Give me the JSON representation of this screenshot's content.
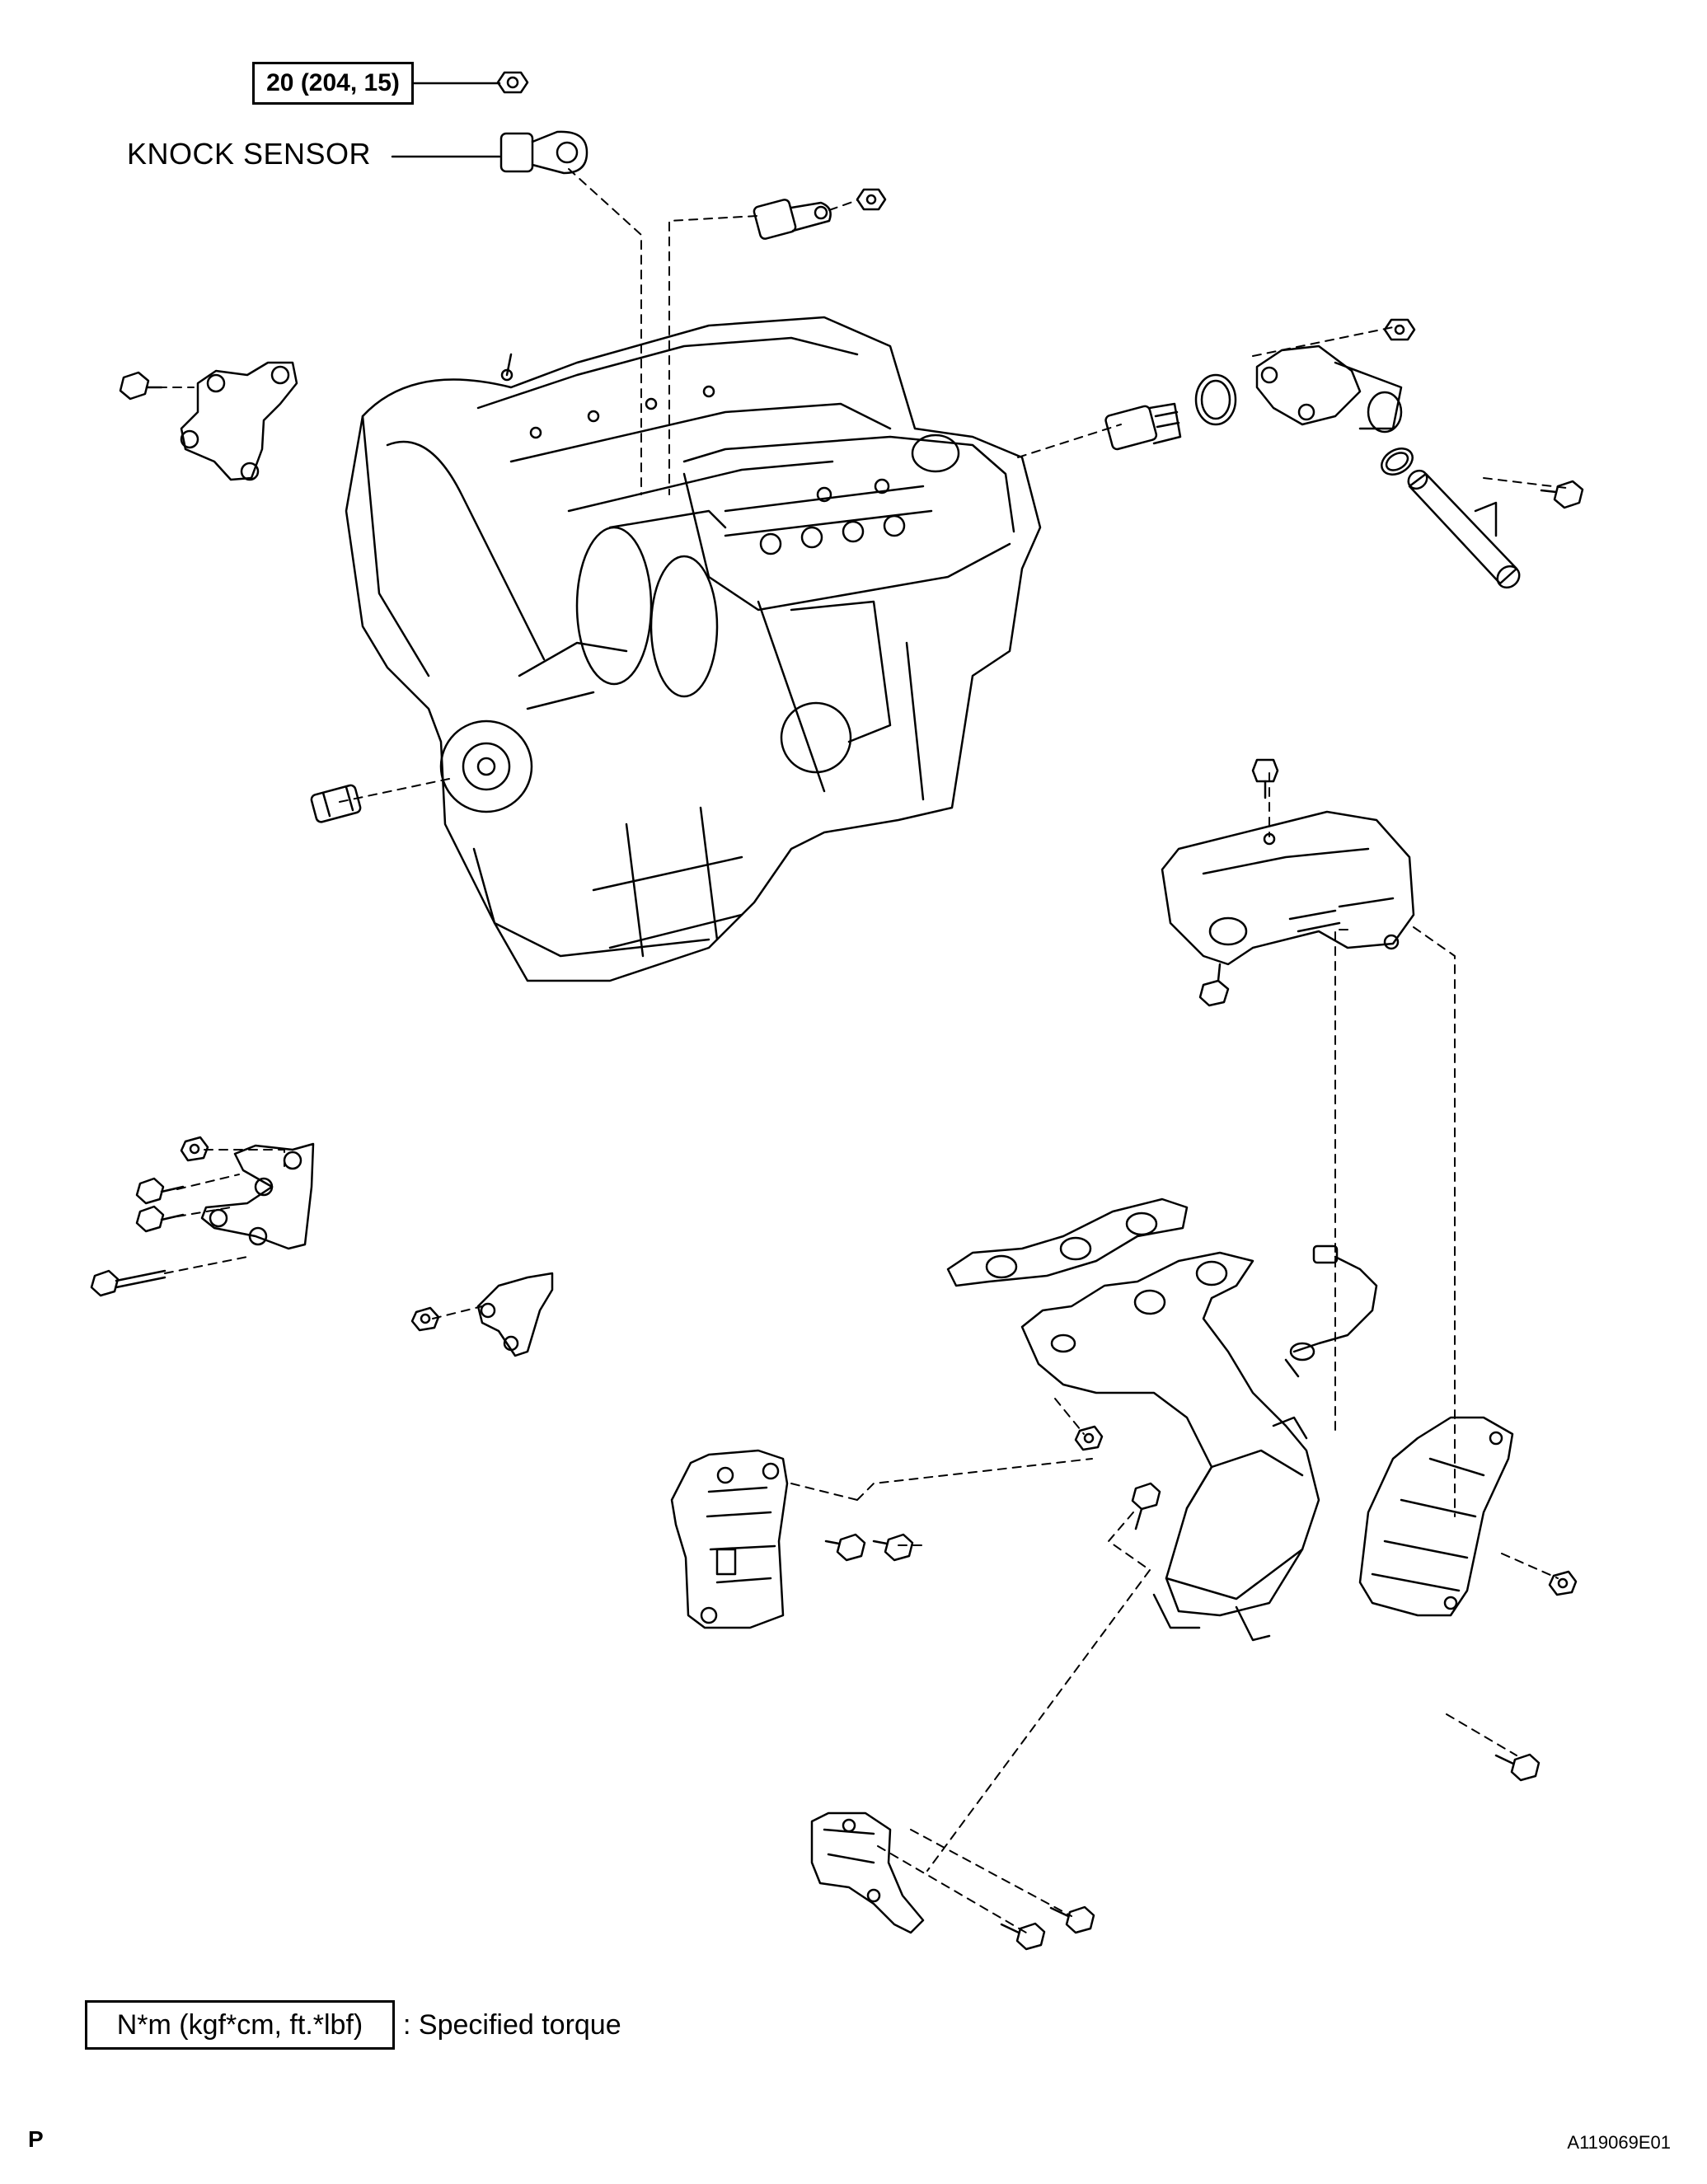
{
  "callouts": {
    "torque_spec": "20 (204, 15)",
    "knock_sensor": "KNOCK SENSOR"
  },
  "legend": {
    "unit_box": "N*m (kgf*cm, ft.*lbf)",
    "description": ": Specified torque"
  },
  "footer": {
    "page_letter": "P",
    "figure_id": "A119069E01"
  },
  "icons": {
    "bolt": "bolt-icon",
    "nut": "nut-icon",
    "engine": "engine-assembly-icon"
  },
  "colors": {
    "line": "#000000",
    "background": "#ffffff"
  }
}
